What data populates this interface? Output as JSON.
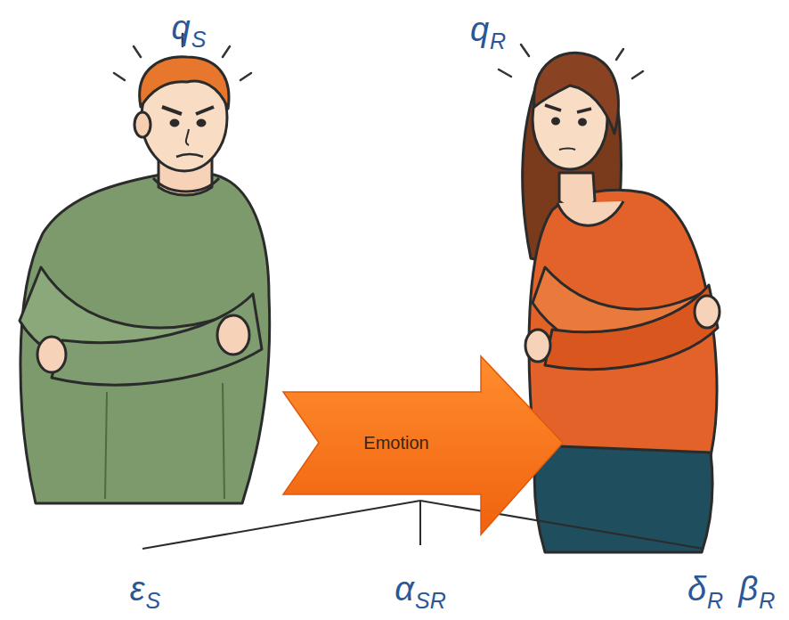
{
  "diagram": {
    "nodes": [
      {
        "text": [
          "Emotion"
        ]
      }
    ],
    "labels": [
      "qS",
      "qR",
      "εS",
      "αSR",
      "δR",
      "βR"
    ]
  }
}
